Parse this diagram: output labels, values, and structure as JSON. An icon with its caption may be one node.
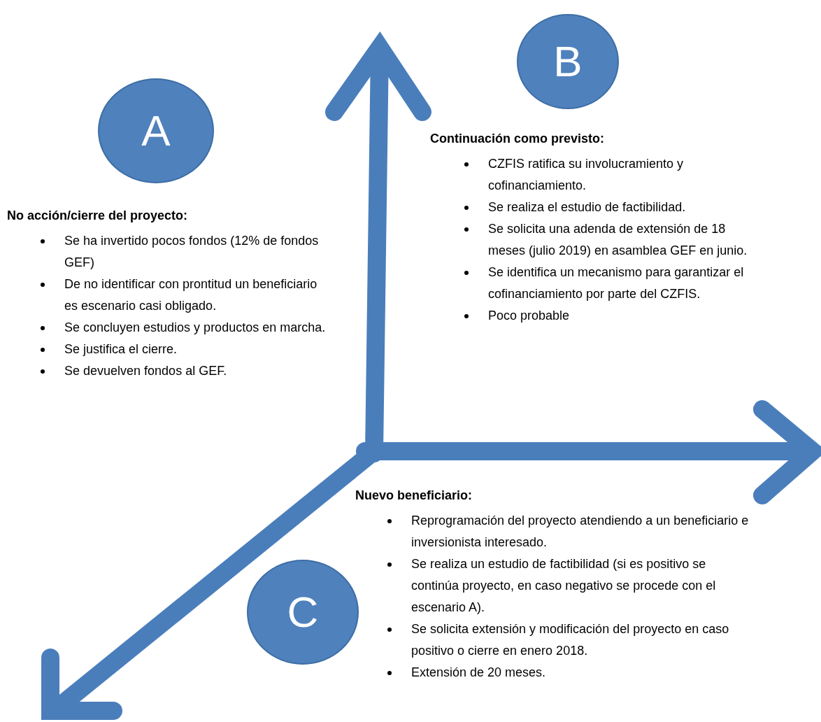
{
  "diagram": {
    "nodes": [
      {
        "text": [
          "B"
        ]
      },
      {
        "text": [
          "A"
        ]
      },
      {
        "text": [
          "C"
        ]
      }
    ],
    "labels": [
      "Continuación como previsto:",
      "CZFIS ratifica su involucramiento y cofinanciamiento.",
      "Se realiza el estudio de factibilidad.",
      "Se solicita una adenda de extensión de 18 meses (julio 2019) en asamblea GEF en junio.",
      "Se identifica un mecanismo para garantizar el cofinanciamiento por parte del CZFIS.",
      "Poco probable",
      "No acción/cierre del proyecto:",
      "Se ha invertido pocos fondos (12% de fondos GEF)",
      "De no identificar con prontitud un beneficiario es escenario casi obligado.",
      "Se concluyen estudios y productos en marcha.",
      "Se justifica el cierre.",
      "Se devuelven fondos al GEF.",
      "Nuevo beneficiario:",
      "Reprogramación del proyecto atendiendo a un beneficiario e inversionista interesado.",
      "Se realiza un estudio de factibilidad (si es positivo se continúa proyecto, en caso negativo se procede con el escenario A).",
      "Se solicita extensión y modificación del proyecto en caso positivo o cierre en enero 2018.",
      "Extensión de 20 meses."
    ]
  }
}
